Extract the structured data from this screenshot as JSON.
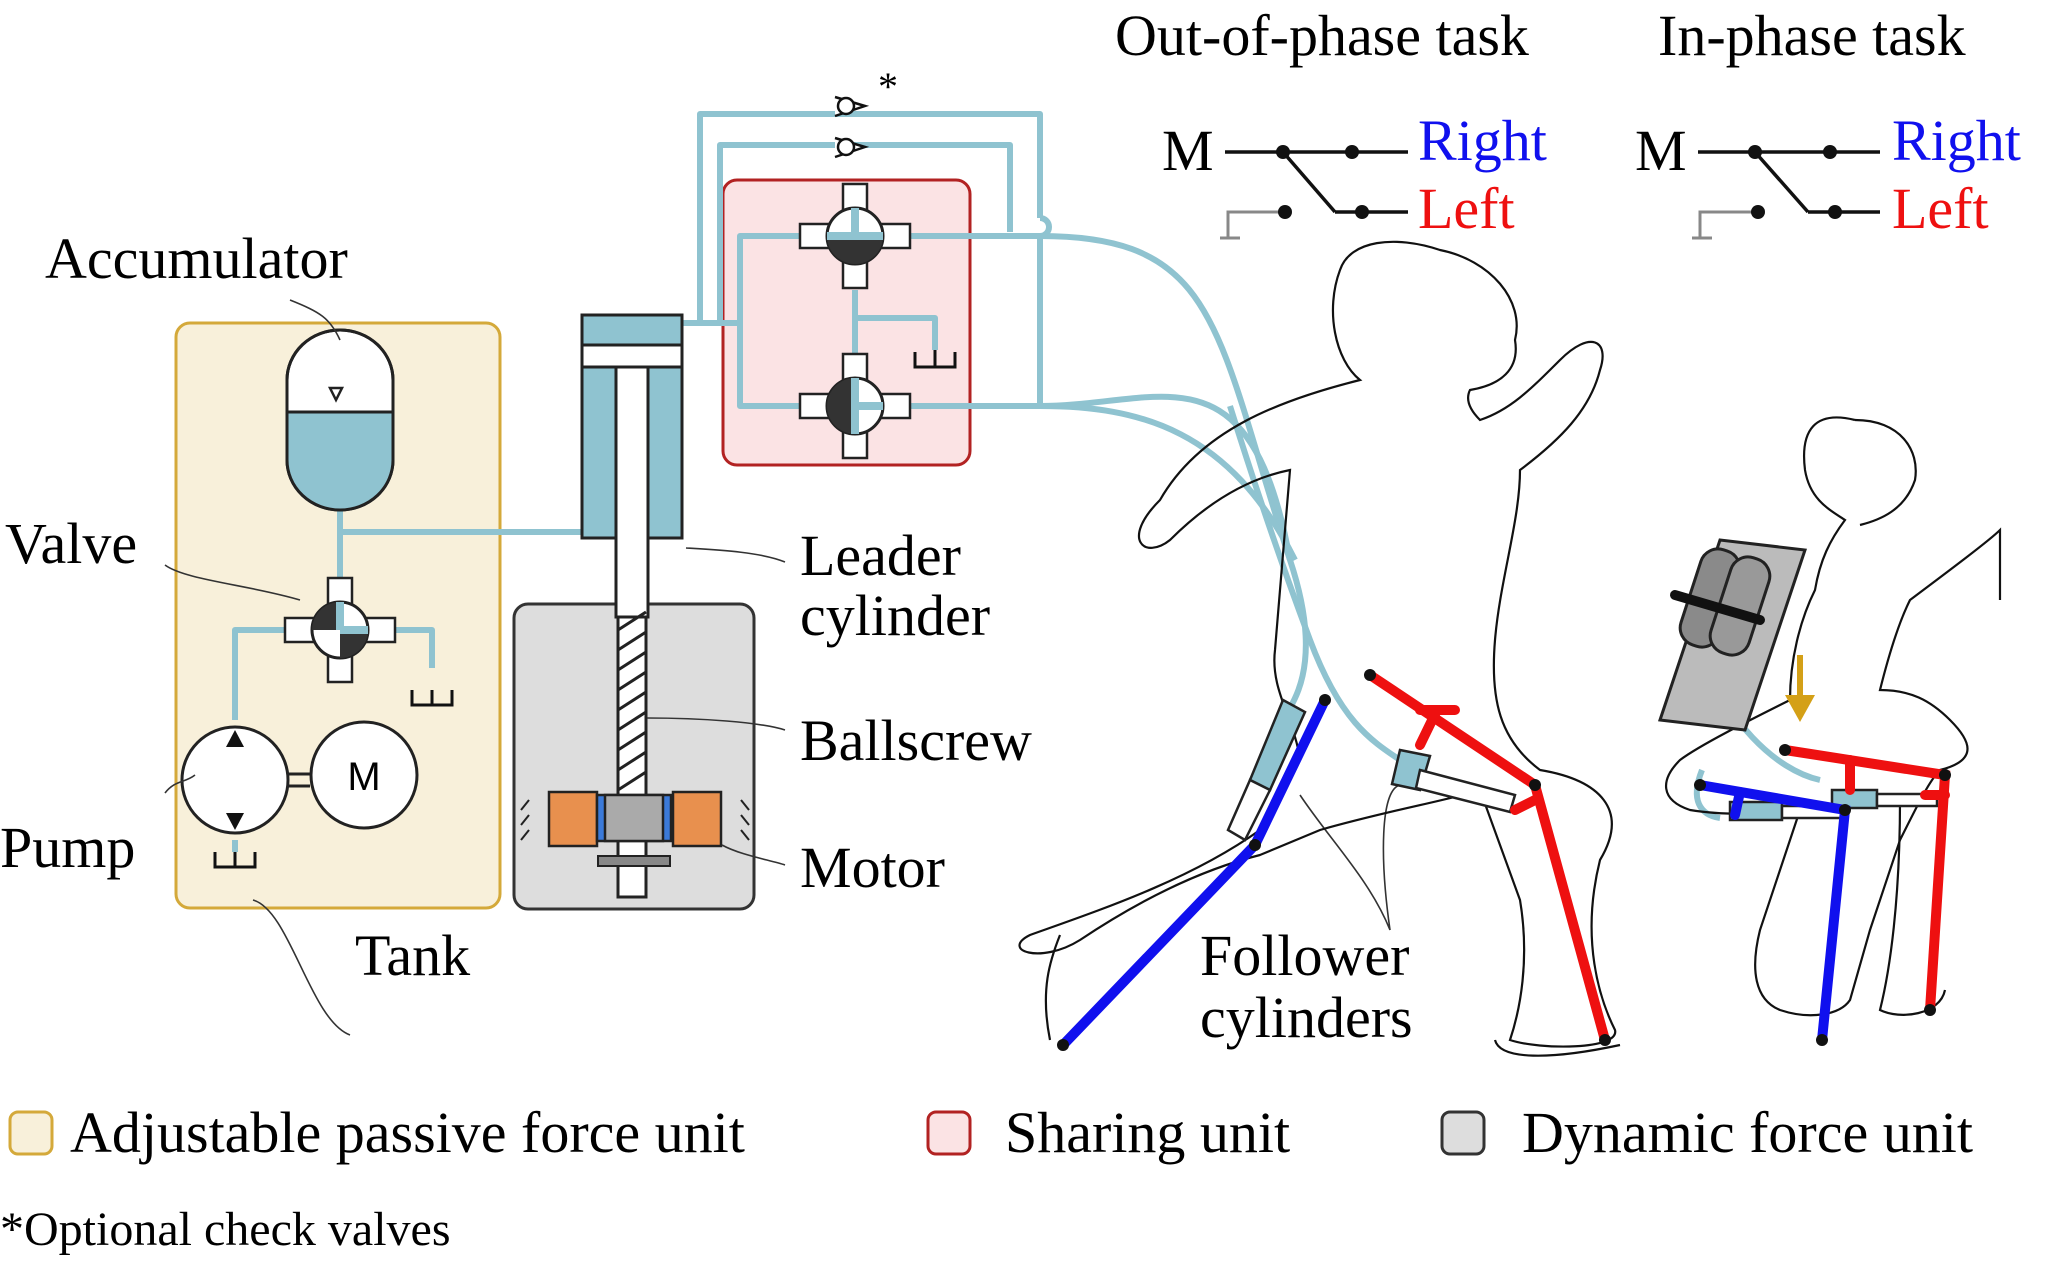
{
  "labels": {
    "accumulator": "Accumulator",
    "valve": "Valve",
    "pump": "Pump",
    "tank": "Tank",
    "pump_motor": "M",
    "leader_1": "Leader",
    "leader_2": "cylinder",
    "ballscrew": "Ballscrew",
    "motor": "Motor",
    "follower_1": "Follower",
    "follower_2": "cylinders",
    "check_valve_mark": "*"
  },
  "tasks": {
    "out_of_phase": {
      "title": "Out-of-phase task",
      "m": "M",
      "right": "Right",
      "left": "Left"
    },
    "in_phase": {
      "title": "In-phase task",
      "m": "M",
      "right": "Right",
      "left": "Left"
    }
  },
  "legend": {
    "passive": "Adjustable passive force unit",
    "sharing": "Sharing unit",
    "dynamic": "Dynamic force unit",
    "note": "*Optional check valves"
  },
  "colors": {
    "passive_fill": "#f8f0da",
    "passive_stroke": "#d4a93a",
    "sharing_fill": "#fbe3e4",
    "sharing_stroke": "#b22222",
    "dynamic_fill": "#dddddd",
    "dynamic_stroke": "#333333",
    "hydraulic": "#8fc3d0",
    "right": "#1010ee",
    "left": "#ee1010",
    "orange": "#e8904e",
    "arrow": "#d4a017"
  }
}
